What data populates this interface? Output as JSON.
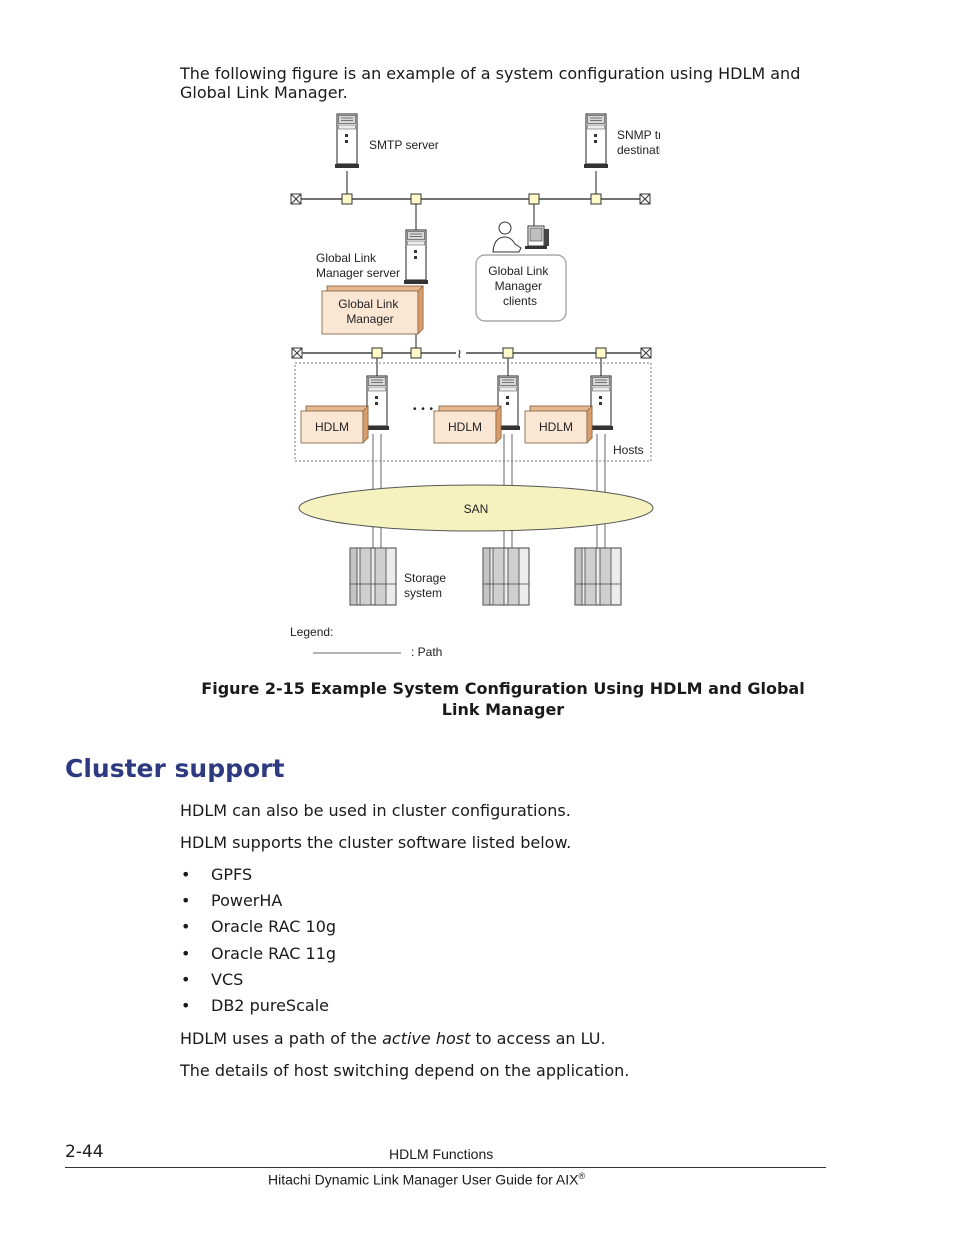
{
  "intro_text": "The following figure is an example of a system configuration using HDLM and Global Link Manager.",
  "diagram": {
    "smtp_server": "SMTP server",
    "snmp_server": [
      "SNMP transfer",
      "destination server"
    ],
    "glm_server": [
      "Global Link",
      "Manager server"
    ],
    "glm_box": [
      "Global Link",
      "Manager"
    ],
    "glm_clients": [
      "Global Link",
      "Manager",
      "clients"
    ],
    "hdlm_label": "HDLM",
    "ellipsis": "• • •",
    "tilde": "≀",
    "hosts_label": "Hosts",
    "san_label": "SAN",
    "storage_label": [
      "Storage",
      "system"
    ],
    "legend_title": "Legend:",
    "legend_path": ": Path"
  },
  "figure_caption": "Figure 2-15 Example System Configuration Using HDLM and Global Link Manager",
  "section": {
    "heading": "Cluster support",
    "para1": "HDLM can also be used in cluster configurations.",
    "para2": "HDLM supports the cluster software listed below.",
    "bullet_char": "•",
    "items": [
      "GPFS",
      "PowerHA",
      "Oracle RAC 10g",
      "Oracle RAC 11g",
      "VCS",
      "DB2 pureScale"
    ],
    "para3_pre": "HDLM uses a path of the ",
    "para3_em": "active host",
    "para3_post": " to access an LU.",
    "para4": "The details of host switching depend on the application."
  },
  "footer": {
    "page_number": "2-44",
    "chapter": "HDLM Functions",
    "book_title": "Hitachi Dynamic Link Manager User Guide for AIX",
    "registered": "®"
  }
}
